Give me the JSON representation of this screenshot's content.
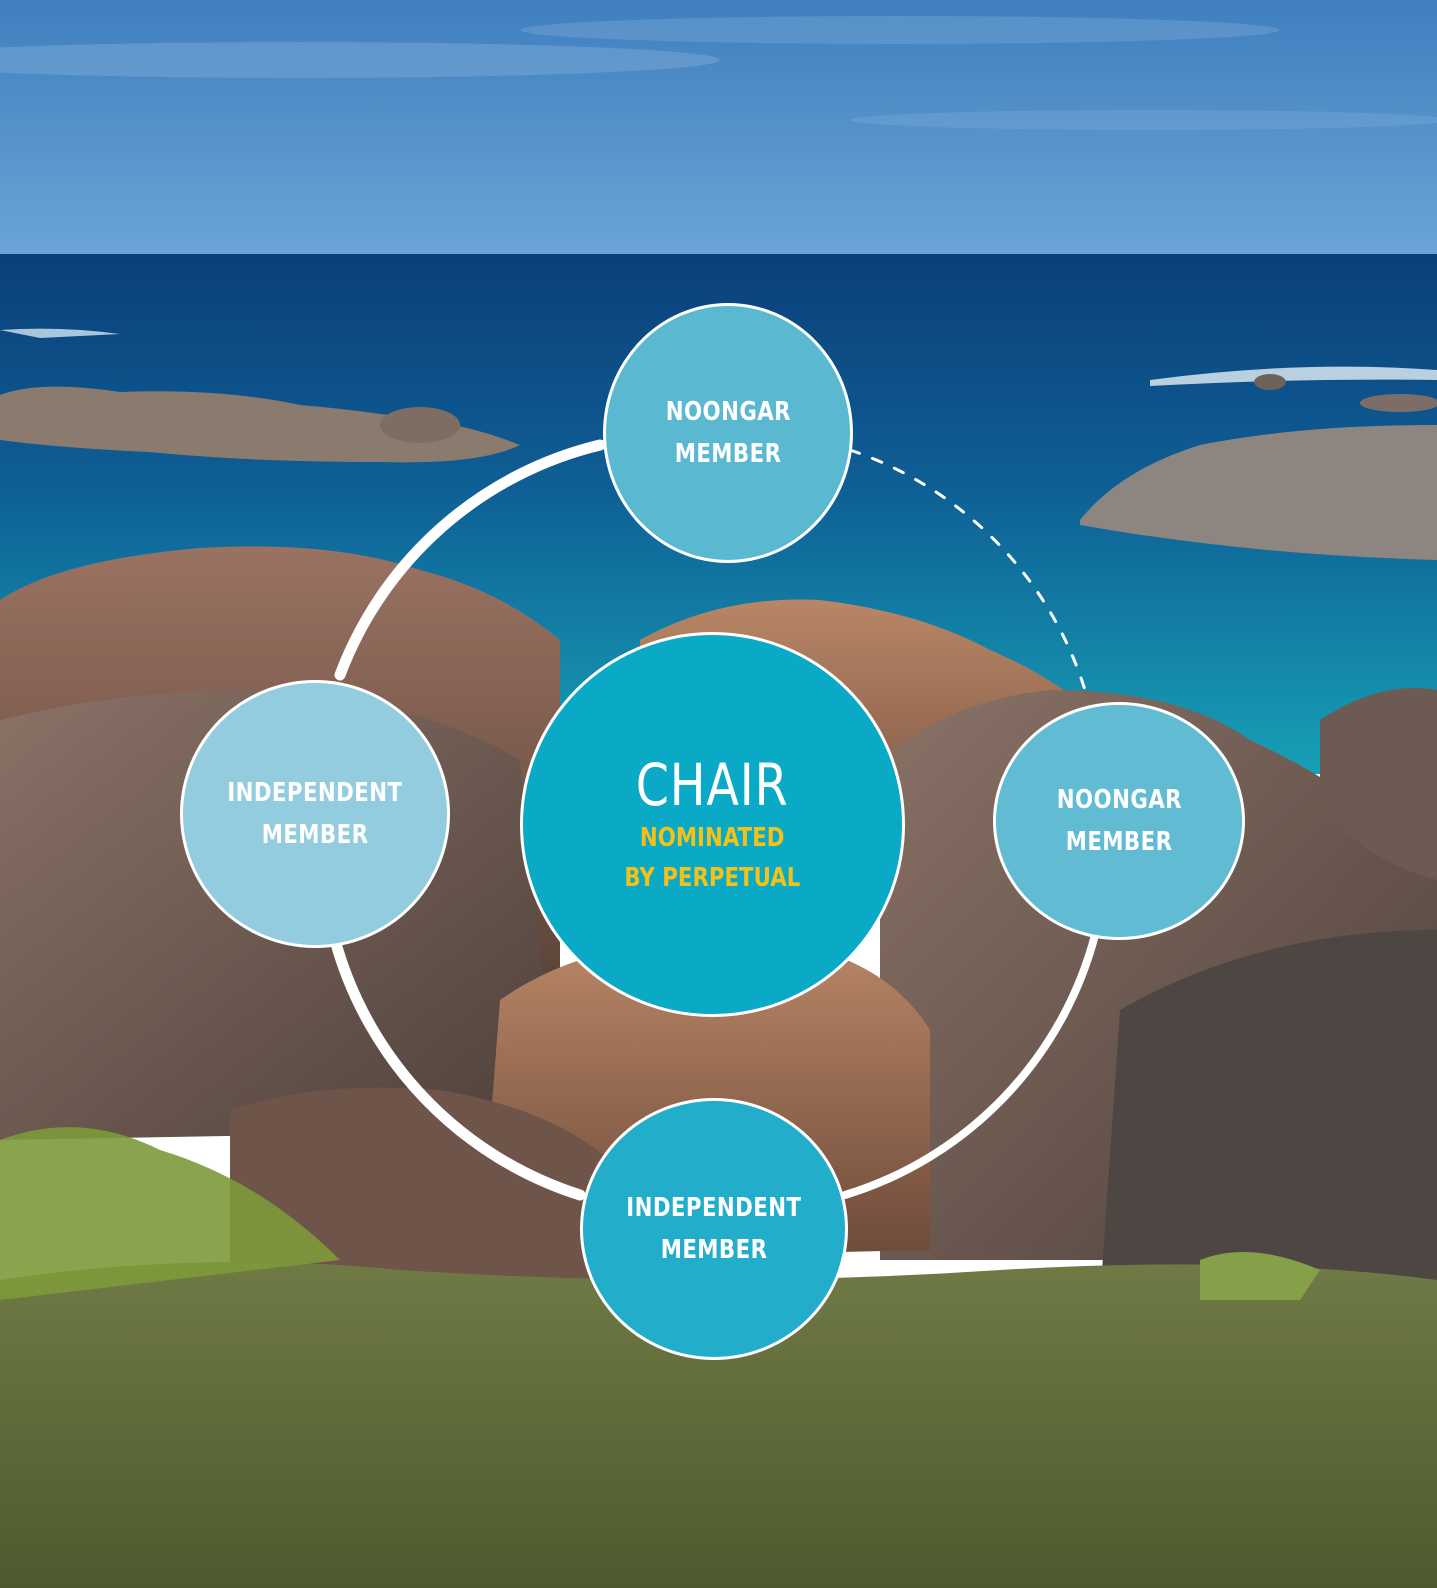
{
  "colors": {
    "chair": "#0aa9c5",
    "member_top": "#5ab9d1",
    "member_left": "#93cbdf",
    "member_right": "#61bbd2",
    "member_bottom": "#22aecb",
    "highlight": "#f2c21b",
    "ring": "#ffffff"
  },
  "chair": {
    "title": "CHAIR",
    "subtitle_line1": "NOMINATED",
    "subtitle_line2": "BY PERPETUAL"
  },
  "members": {
    "top": {
      "line1": "NOONGAR",
      "line2": "MEMBER"
    },
    "right": {
      "line1": "NOONGAR",
      "line2": "MEMBER"
    },
    "bottom": {
      "line1": "INDEPENDENT",
      "line2": "MEMBER"
    },
    "left": {
      "line1": "INDEPENDENT",
      "line2": "MEMBER"
    }
  }
}
